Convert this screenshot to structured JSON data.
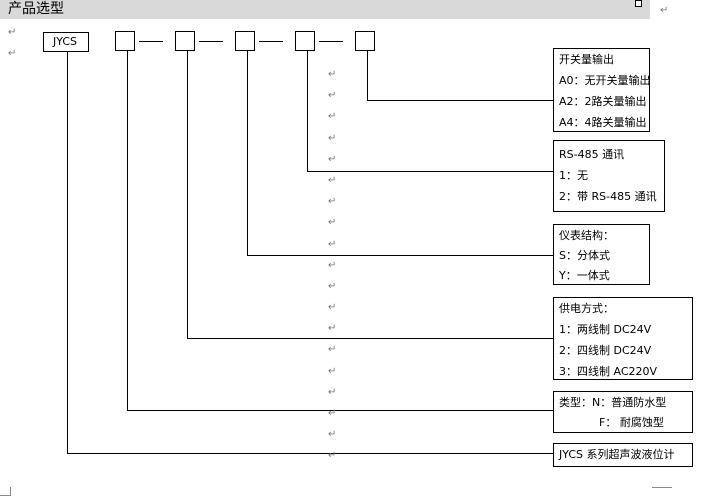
{
  "heading": "产品选型",
  "model_code": "JYCS",
  "para_mark": "↵",
  "options": {
    "switch_output": [
      "开关量输出",
      "A0：无开关量输出",
      "A2：2路关量输出",
      "A4：4路关量输出"
    ],
    "comm": [
      "RS-485 通讯",
      "1：无",
      "2：带 RS-485 通讯"
    ],
    "structure": [
      "仪表结构：",
      "S：分体式",
      "Y：一体式"
    ],
    "power": [
      "供电方式：",
      "1：两线制 DC24V",
      "2：四线制 DC24V",
      "3：四线制 AC220V"
    ],
    "type": [
      "类型：N：普通防水型",
      "F：  耐腐蚀型"
    ],
    "series": [
      "JYCS 系列超声波液位计"
    ]
  }
}
